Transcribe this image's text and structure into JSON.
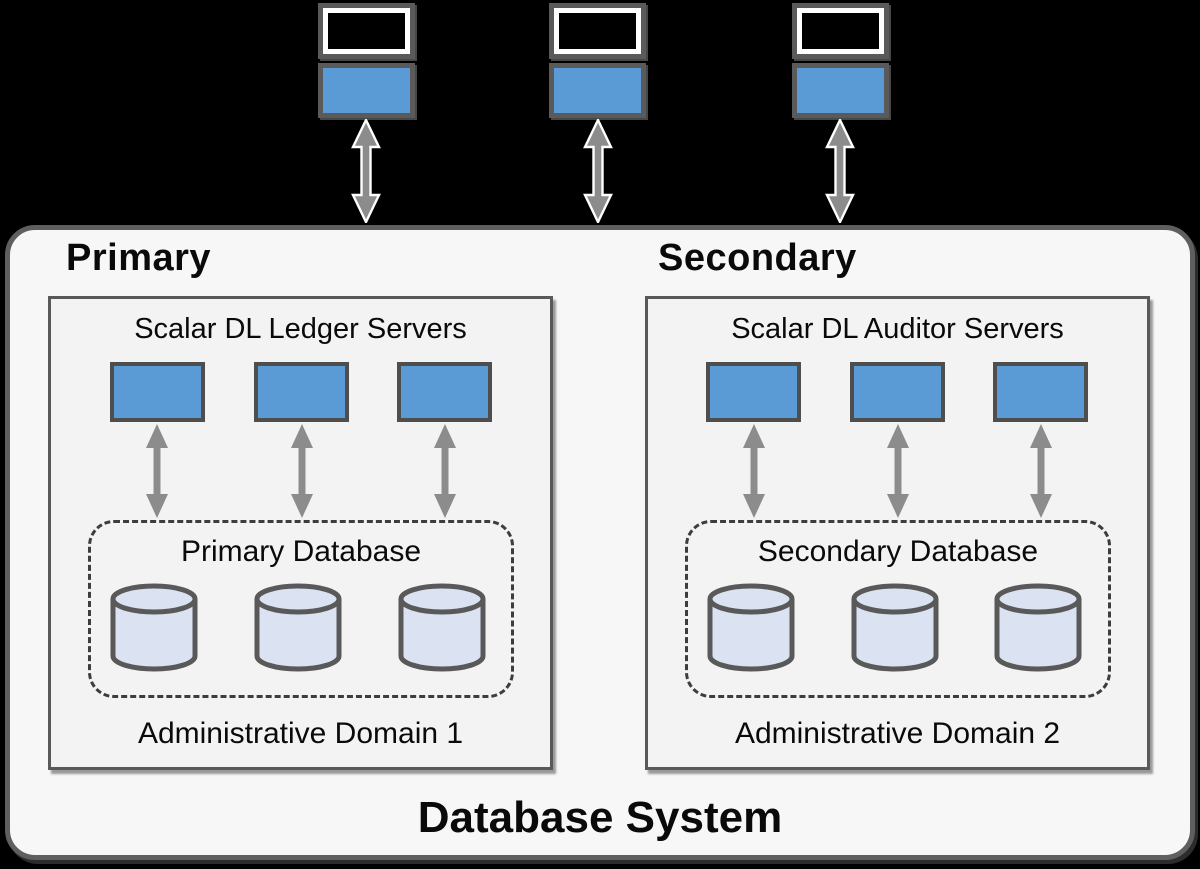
{
  "diagram_title": "Database System",
  "system_label": "Database System",
  "clients": [
    {
      "icon": "client-terminal-icon"
    },
    {
      "icon": "client-terminal-icon"
    },
    {
      "icon": "client-terminal-icon"
    }
  ],
  "domains": [
    {
      "header": "Primary",
      "servers_title": "Scalar DL Ledger Servers",
      "server_count": 3,
      "database_title": "Primary Database",
      "database_count": 3,
      "footer": "Administrative Domain 1"
    },
    {
      "header": "Secondary",
      "servers_title": "Scalar DL Auditor Servers",
      "server_count": 3,
      "database_title": "Secondary Database",
      "database_count": 3,
      "footer": "Administrative Domain 2"
    }
  ],
  "icons": {
    "client": "client-terminal-icon",
    "connection": "double-arrow-icon",
    "database": "database-cylinder-icon"
  },
  "colors": {
    "server_blue": "#5B9BD5",
    "cylinder_fill": "#DBE2F2",
    "border_gray": "#595959",
    "arrow_gray": "#8C8C8C",
    "panel_fill": "#F7F7F7",
    "inner_fill": "#F3F3F3",
    "dashed_border": "#3D3D3D",
    "canvas_bg": "#000000"
  }
}
